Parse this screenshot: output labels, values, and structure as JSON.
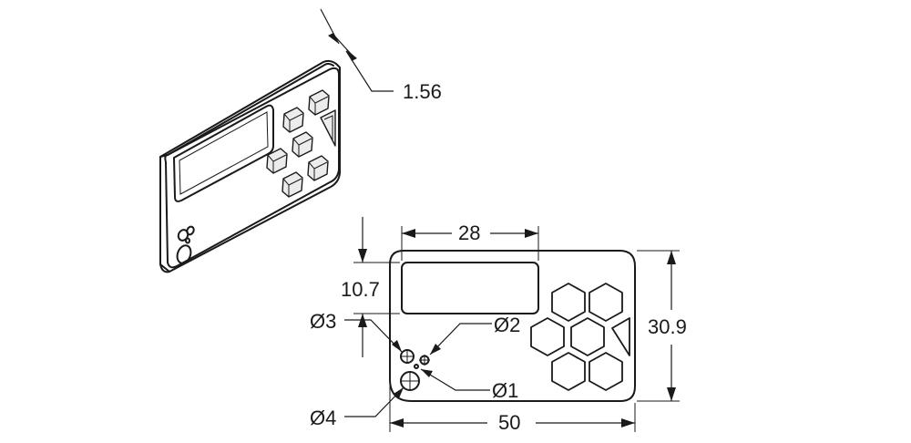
{
  "dimensions": {
    "thickness": "1.56",
    "pocket_width": "28",
    "pocket_height": "10.7",
    "overall_height": "30.9",
    "overall_width": "50",
    "hole_d1": "Ø1",
    "hole_d2": "Ø2",
    "hole_d3": "Ø3",
    "hole_d4": "Ø4"
  }
}
